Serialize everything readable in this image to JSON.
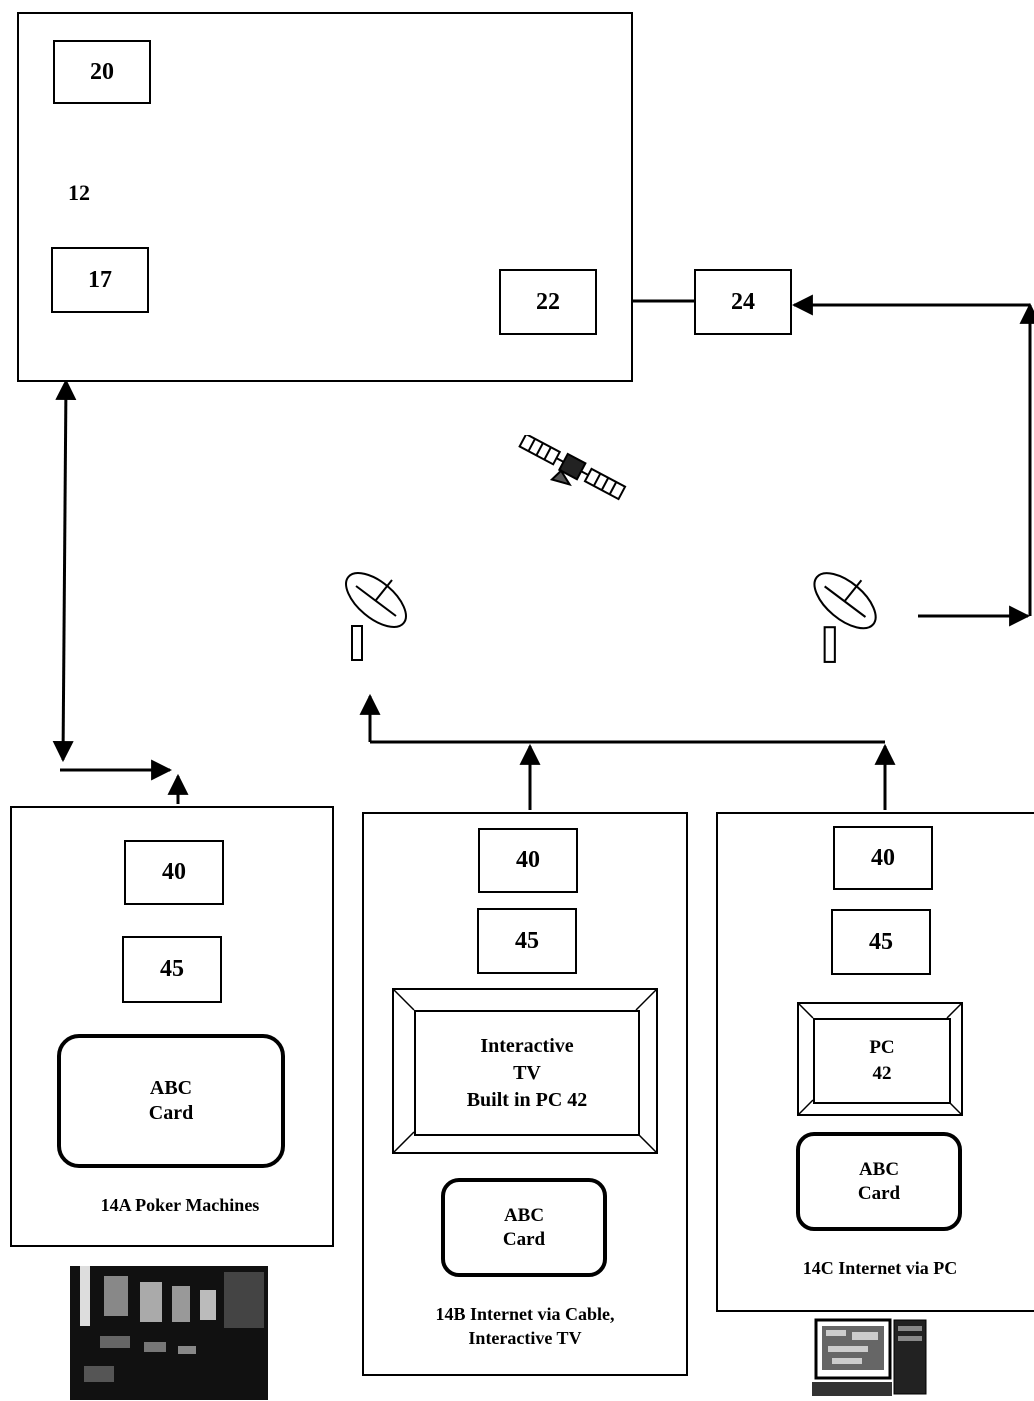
{
  "central_system": {
    "label": "12",
    "box_20": "20",
    "box_17": "17",
    "box_22": "22"
  },
  "link": {
    "box_24": "24"
  },
  "site_a": {
    "box_40": "40",
    "box_45": "45",
    "card_line1": "ABC",
    "card_line2": "Card",
    "caption": "14A Poker Machines"
  },
  "site_b": {
    "box_40": "40",
    "box_45": "45",
    "tv_line1": "Interactive",
    "tv_line2": "TV",
    "tv_line3": "Built in PC 42",
    "card_line1": "ABC",
    "card_line2": "Card",
    "caption_line1": "14B Internet via Cable,",
    "caption_line2": "Interactive TV"
  },
  "site_c": {
    "box_40": "40",
    "box_45": "45",
    "pc_line1": "PC",
    "pc_line2": "42",
    "card_line1": "ABC",
    "card_line2": "Card",
    "caption": "14C Internet via PC"
  },
  "icons": {
    "satellite": "satellite-icon",
    "dish_left": "satellite-dish-icon",
    "dish_right": "satellite-dish-icon",
    "poker_machines_photo": "slot-machines-photo",
    "computer_photo": "desktop-computer-photo"
  }
}
